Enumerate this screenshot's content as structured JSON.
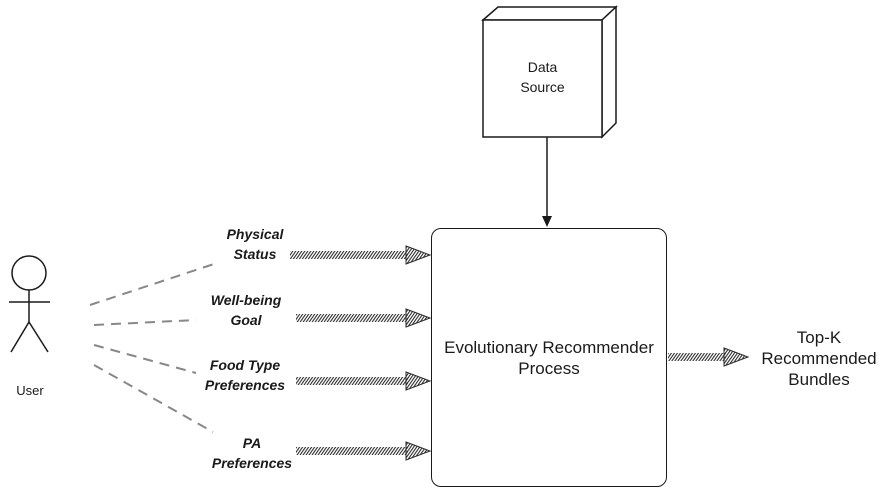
{
  "diagram": {
    "actor": {
      "label": "User",
      "icon": "stick-figure-icon"
    },
    "data_source": {
      "line1": "Data",
      "line2": "Source",
      "shape": "3d-cube"
    },
    "process": {
      "line1": "Evolutionary Recommender",
      "line2": "Process"
    },
    "inputs": [
      {
        "line1": "Physical",
        "line2": "Status"
      },
      {
        "line1": "Well-being",
        "line2": "Goal"
      },
      {
        "line1": "Food Type",
        "line2": "Preferences"
      },
      {
        "line1": "PA",
        "line2": "Preferences"
      }
    ],
    "output": {
      "line1": "Top-K",
      "line2": "Recommended",
      "line3": "Bundles"
    },
    "colors": {
      "stroke": "#1a1a1a",
      "dashed": "#888888",
      "background": "#ffffff"
    }
  }
}
